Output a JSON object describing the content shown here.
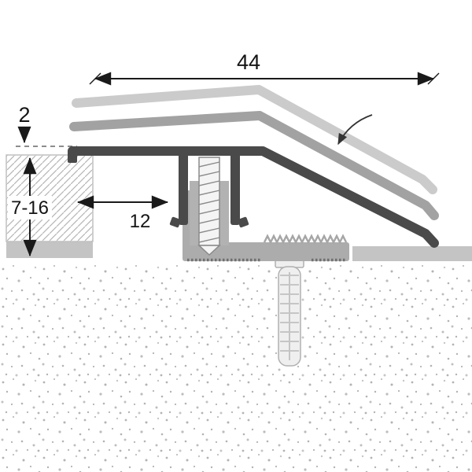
{
  "diagram": {
    "type": "technical-cross-section",
    "subject": "adjustable floor transition ramp profile",
    "dims": {
      "width": "44",
      "thickness": "2",
      "height_range": "7-16",
      "gap": "12"
    },
    "colors": {
      "profile_dark": "#4a4a4a",
      "ghost_mid": "#a2a2a2",
      "ghost_light": "#cbcbcb",
      "base_track": "#acacac",
      "floor_strip": "#c4c4c4",
      "hatch": "#b5b5b5",
      "stipple_dot": "#b3b3b3",
      "dimension_ink": "#1a1a1a"
    },
    "icons": [
      "rotation-arrow-icon"
    ]
  }
}
